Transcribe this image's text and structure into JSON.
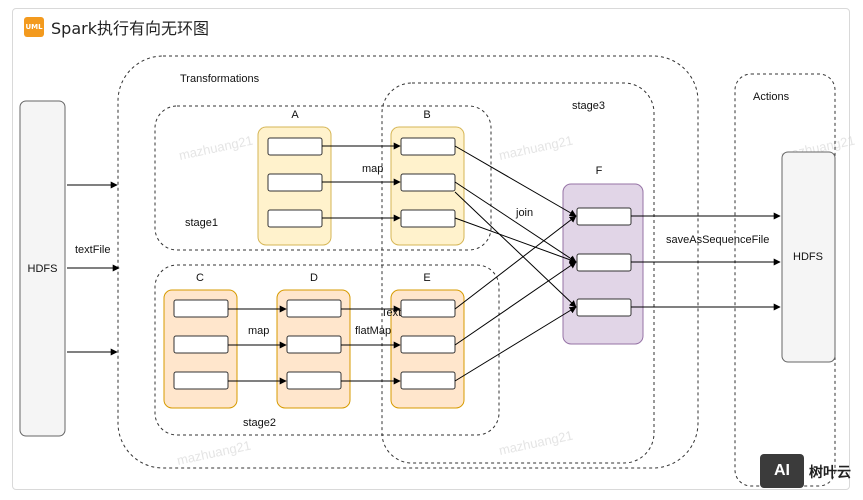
{
  "header": {
    "badge": "UML",
    "title": "Spark执行有向无环图"
  },
  "diagram": {
    "source_label": "HDFS",
    "sink_label": "HDFS",
    "group_labels": {
      "transformations": "Transformations",
      "actions": "Actions",
      "stage1": "stage1",
      "stage2": "stage2",
      "stage3": "stage3"
    },
    "rdd_labels": {
      "A": "A",
      "B": "B",
      "C": "C",
      "D": "D",
      "E": "E",
      "F": "F"
    },
    "edge_labels": {
      "textfile": "textFile",
      "map_ab": "map",
      "map_cd": "map",
      "flatmap": "flatMap",
      "text_partial": "Text",
      "join": "join",
      "save": "saveAsSequenceFile"
    },
    "watermark": "mazhuang21",
    "brand": {
      "badge": "AI",
      "name": "树叶云"
    },
    "colors": {
      "rdd_orange_fill": "#ffe6cc",
      "rdd_orange_stroke": "#d79b00",
      "rdd_yellow_fill": "#fff2cc",
      "rdd_yellow_stroke": "#d6b656",
      "rdd_purple_fill": "#e1d5e7",
      "rdd_purple_stroke": "#9673a6",
      "hdfs_fill": "#f5f5f5",
      "hdfs_stroke": "#666666"
    }
  }
}
